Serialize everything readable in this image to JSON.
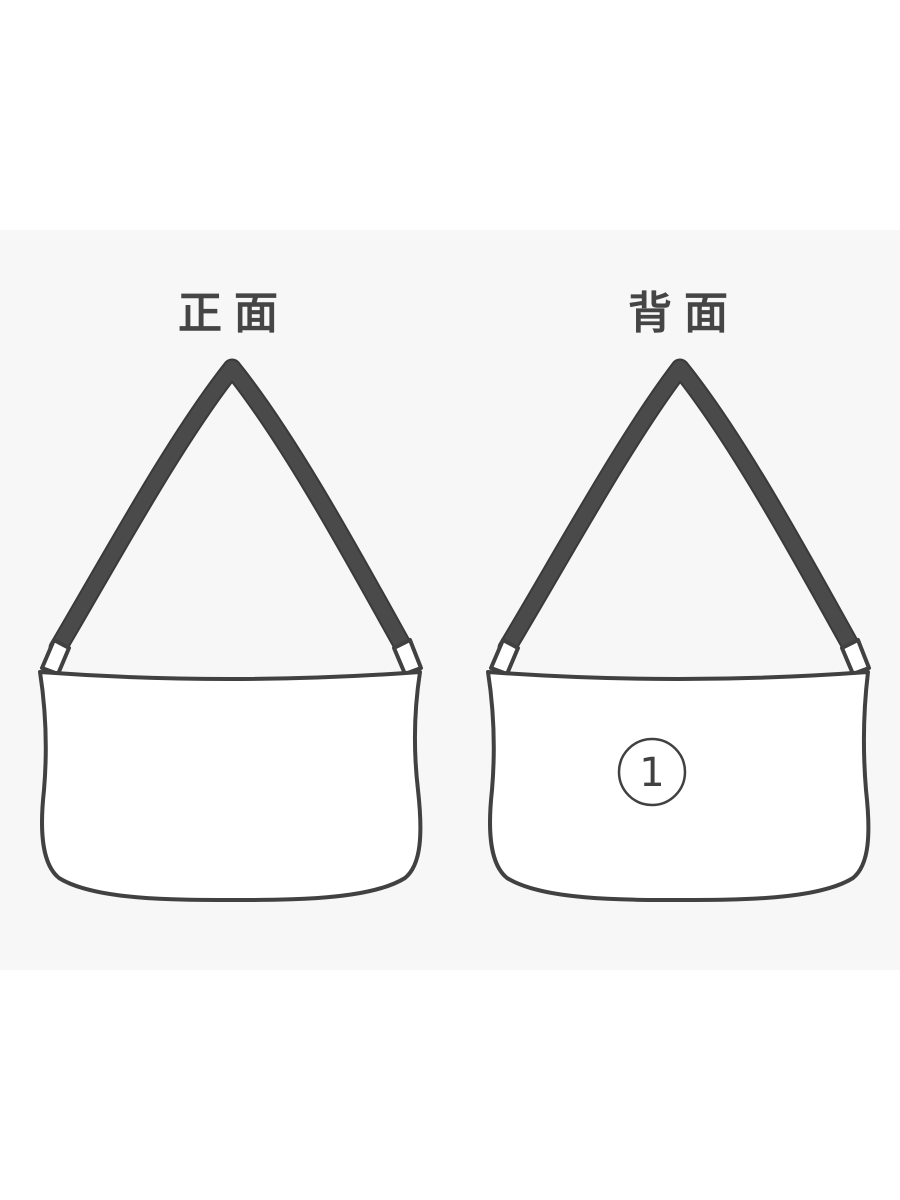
{
  "views": [
    {
      "id": "front",
      "label": "正面"
    },
    {
      "id": "back",
      "label": "背面",
      "marker": "1"
    }
  ],
  "colors": {
    "panel_background": "#f7f7f7",
    "outline": "#414141",
    "strap": "#4a4a4a",
    "label": "#454545"
  },
  "icons": [
    "shoulder-bag-icon",
    "circled-number-icon"
  ]
}
